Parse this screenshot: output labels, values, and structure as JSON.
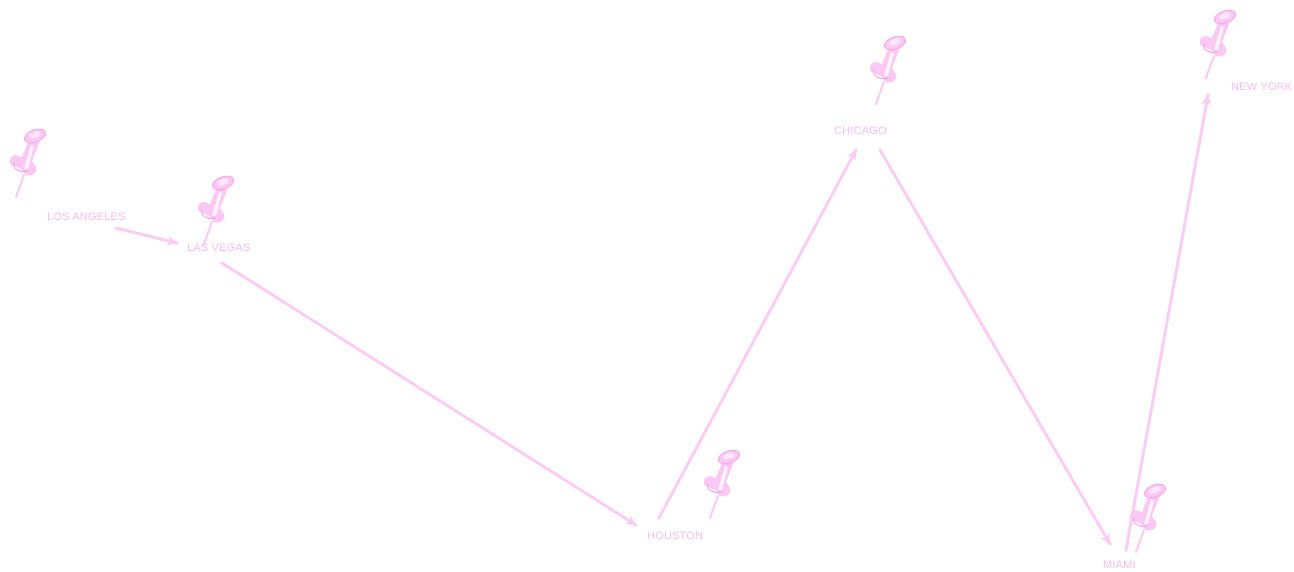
{
  "colors": {
    "background": "#ffffff",
    "route": "#fbccf3",
    "pin_fill": "#fbc8f3",
    "pin_dark": "#f4a6e6",
    "pin_highlight": "#ffffff",
    "label": "#f8bdee"
  },
  "icons": {
    "pin": "pushpin-icon",
    "arrow": "arrowhead-icon"
  },
  "cities": [
    {
      "id": "los-angeles",
      "name": "LOS ANGELES"
    },
    {
      "id": "las-vegas",
      "name": "LAS VEGAS"
    },
    {
      "id": "houston",
      "name": "HOUSTON"
    },
    {
      "id": "chicago",
      "name": "CHICAGO"
    },
    {
      "id": "miami",
      "name": "MIAMI"
    },
    {
      "id": "new-york",
      "name": "NEW YORK"
    }
  ],
  "route": [
    {
      "from": "los-angeles",
      "to": "las-vegas"
    },
    {
      "from": "las-vegas",
      "to": "houston"
    },
    {
      "from": "houston",
      "to": "chicago"
    },
    {
      "from": "chicago",
      "to": "miami"
    },
    {
      "from": "miami",
      "to": "new-york"
    }
  ]
}
